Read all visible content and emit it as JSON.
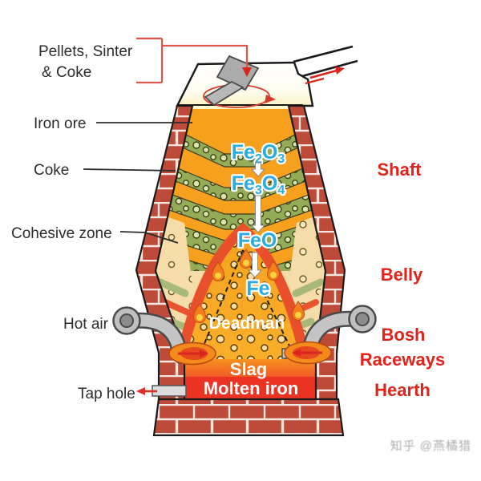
{
  "annotations_left": {
    "pellets_line1": "Pellets, Sinter",
    "pellets_line2": "& Coke",
    "iron_ore": "Iron ore",
    "coke": "Coke",
    "cohesive_zone": "Cohesive zone",
    "hot_air": "Hot air",
    "tap_hole": "Tap hole"
  },
  "zones_right": {
    "shaft": "Shaft",
    "belly": "Belly",
    "bosh": "Bosh",
    "raceways": "Raceways",
    "hearth": "Hearth"
  },
  "chemistry": {
    "fe2o3": {
      "a": "Fe",
      "b": "2",
      "c": "O",
      "d": "3"
    },
    "fe3o4": {
      "a": "Fe",
      "b": "3",
      "c": "O",
      "d": "4"
    },
    "feo": "FeO",
    "fe": "Fe"
  },
  "interior": {
    "deadman": "Deadman",
    "slag": "Slag",
    "molten_iron": "Molten iron"
  },
  "watermark": "知乎 @燕橘猎",
  "colors": {
    "brick": "#BE4B3A",
    "ore_orange": "#F7A01E",
    "coke_green": "#94AC58",
    "pale_burden": "#F6DCA8",
    "cohesive_red": "#E8502C",
    "slag_top": "#F7931E",
    "slag_bottom": "#F05A24",
    "molten_iron_red": "#EA3323",
    "label_red": "#E0231B",
    "chem_cyan": "#29ABE2",
    "annotation_black": "#2B2B2B",
    "pipe_grey": "#C4C4C4"
  }
}
